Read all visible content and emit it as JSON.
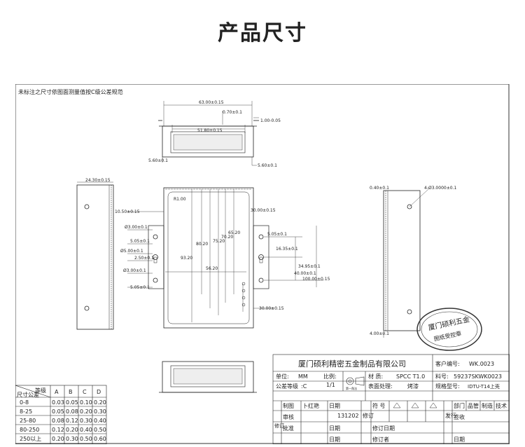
{
  "header": {
    "title": "产品尺寸"
  },
  "drawing": {
    "note": "未标注之尺寸依图面测量值按C级公差规范",
    "top_view": {
      "width": "63.00±0.15",
      "inner": "51.80±0.15",
      "d1": "0.70±0.1",
      "d2": "1.00-0.05",
      "left_off": "5.60±0.1",
      "right_off": "5.60±0.1"
    },
    "left_view": {
      "width": "24.30±0.15"
    },
    "front_view": {
      "r": "R1.00",
      "d10_5": "10.50±0.15",
      "d_hole1": "Ø3.00±0.1",
      "d5_05a": "5.05±0.1",
      "d_hole2": "Ø5.00±0.1",
      "d2_5": "2.50±0.1",
      "d_hole3": "Ø3.00±0.1",
      "d5_05b": "5.05±0.1",
      "h93": "93.20",
      "h80": "80.20",
      "h75": "75.20",
      "h70": "70.20",
      "h65": "65.20",
      "w56": "56.20",
      "d30_top": "30.00±0.15",
      "d5_05r": "5.05±0.1",
      "d16": "16.35±0.1",
      "d34": "34.95±0.1",
      "d40": "40.00±0.1",
      "d100": "100.00±0.15",
      "d30_bot": "30.00±0.15"
    },
    "right_view": {
      "t": "0.40±0.1",
      "hole": "4-Ø3.0000±0.1",
      "bot": "4.00±0.1"
    },
    "stamp": {
      "text": "厦门硕利五金",
      "sub": "图纸受控章"
    }
  },
  "tolerance_table": {
    "corner_top": "等级",
    "corner_bottom": "尺寸公差",
    "headers": [
      "A",
      "B",
      "C",
      "D"
    ],
    "rows": [
      {
        "range": "0-8",
        "values": [
          "0.03",
          "0.05",
          "0.10",
          "0.20"
        ]
      },
      {
        "range": "8-25",
        "values": [
          "0.05",
          "0.08",
          "0.20",
          "0.30"
        ]
      },
      {
        "range": "25-80",
        "values": [
          "0.08",
          "0.12",
          "0.30",
          "0.40"
        ]
      },
      {
        "range": "80-250",
        "values": [
          "0.12",
          "0.20",
          "0.40",
          "0.50"
        ]
      },
      {
        "range": "250以上",
        "values": [
          "0.20",
          "0.30",
          "0.50",
          "0.60"
        ]
      }
    ]
  },
  "title_block": {
    "company": "厦门硕利精密五金制品有限公司",
    "customer_no_label": "客户编号:",
    "customer_no": "WK.0023",
    "unit_label": "单位:",
    "unit": "MM",
    "scale_label": "比例:",
    "scale": "1/1",
    "material_label": "材 质:",
    "material": "SPCC T1.0",
    "part_no_label": "料号:",
    "part_no": "59237SKWK0023",
    "tol_grade_label": "公差等级",
    "tol_grade": ":C",
    "symbol_caption": "第一角法",
    "surface_label": "表面处理:",
    "surface": "烤漆",
    "spec_label": "规格型号:",
    "spec": "IDTU-T14上壳",
    "draw_label": "制图",
    "drawer": "卜红艳",
    "date_value": "131202",
    "review_label": "审核",
    "approve_label": "批准",
    "date_label": "日期",
    "symbol_label": "符 号",
    "revise_label": "修订",
    "revise_date_label": "修订日期",
    "reviser_label": "修订者",
    "release_label": "发行",
    "depts": [
      "部门",
      "品管",
      "制造",
      "技术"
    ],
    "sign_label": "签收",
    "side_revise": "修订"
  }
}
